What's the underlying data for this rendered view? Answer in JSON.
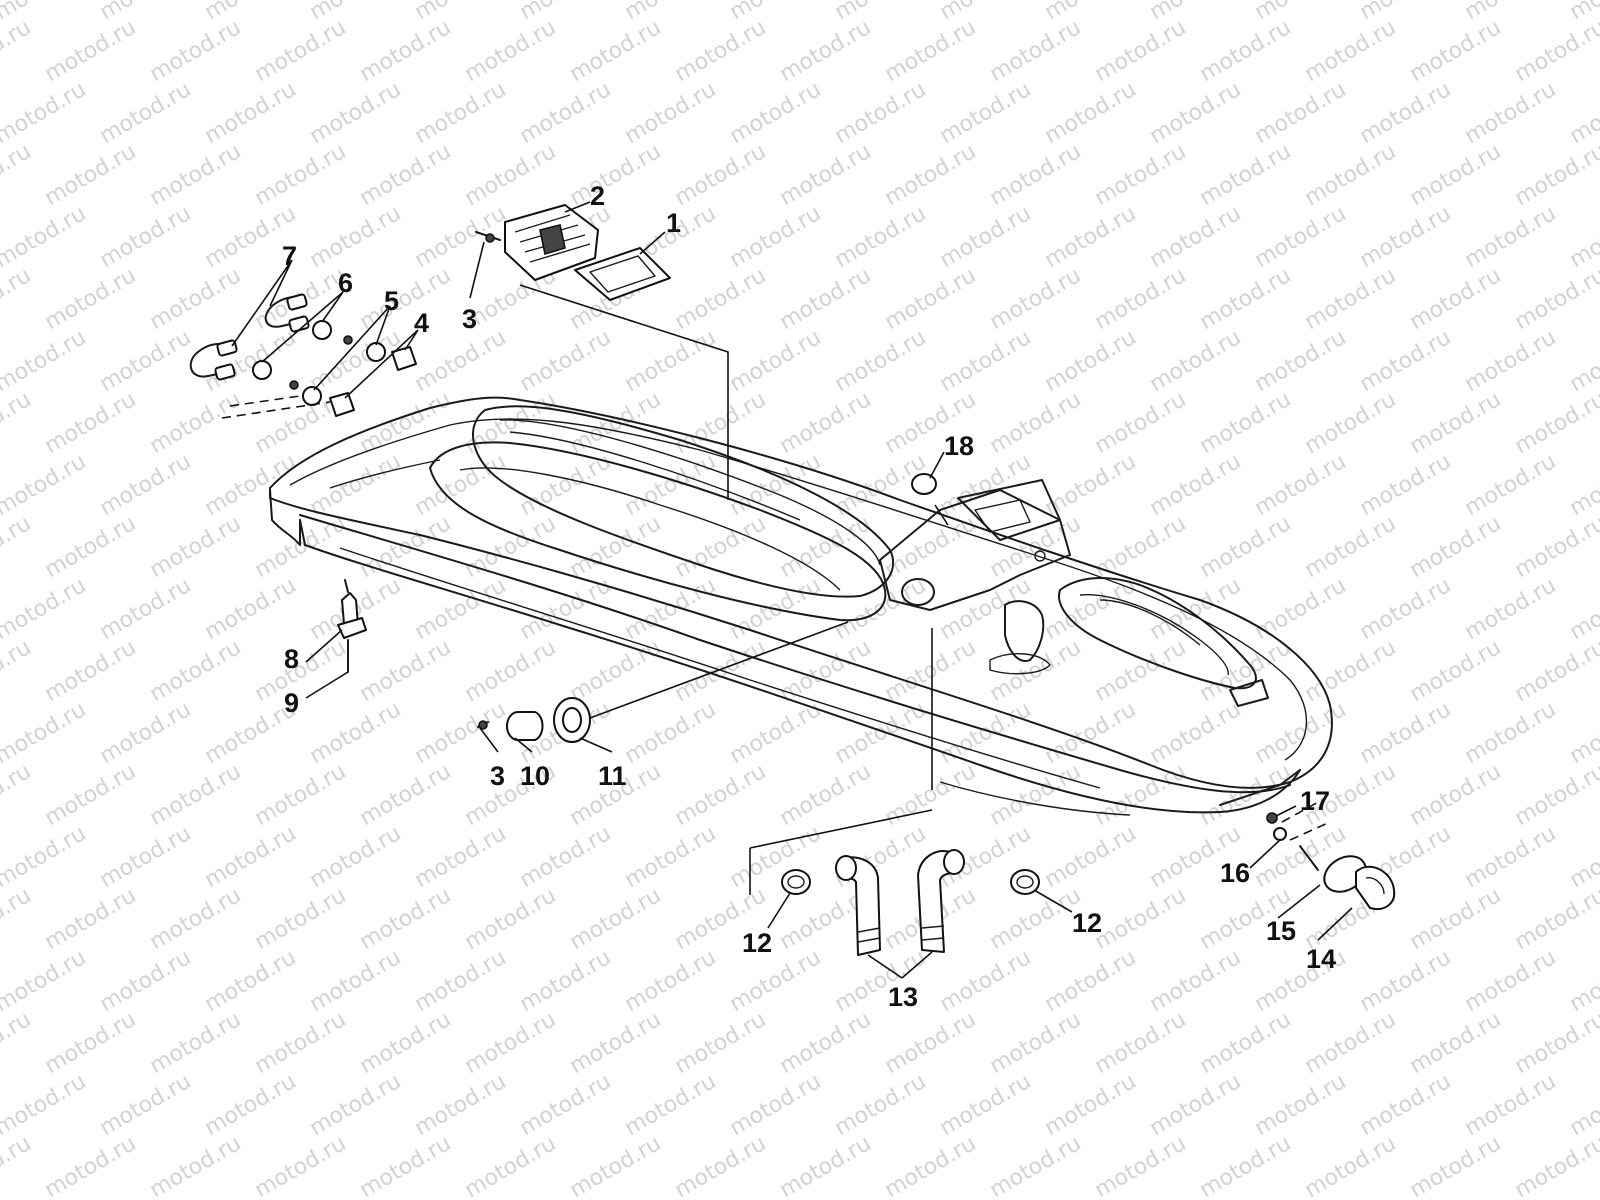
{
  "watermark": {
    "text": "motod.ru"
  },
  "callouts": [
    {
      "id": "callout-1",
      "label": "1"
    },
    {
      "id": "callout-2",
      "label": "2"
    },
    {
      "id": "callout-3a",
      "label": "3"
    },
    {
      "id": "callout-4",
      "label": "4"
    },
    {
      "id": "callout-5",
      "label": "5"
    },
    {
      "id": "callout-6",
      "label": "6"
    },
    {
      "id": "callout-7",
      "label": "7"
    },
    {
      "id": "callout-8",
      "label": "8"
    },
    {
      "id": "callout-9",
      "label": "9"
    },
    {
      "id": "callout-3b",
      "label": "3"
    },
    {
      "id": "callout-10",
      "label": "10"
    },
    {
      "id": "callout-11",
      "label": "11"
    },
    {
      "id": "callout-12a",
      "label": "12"
    },
    {
      "id": "callout-12b",
      "label": "12"
    },
    {
      "id": "callout-13",
      "label": "13"
    },
    {
      "id": "callout-14",
      "label": "14"
    },
    {
      "id": "callout-15",
      "label": "15"
    },
    {
      "id": "callout-16",
      "label": "16"
    },
    {
      "id": "callout-17",
      "label": "17"
    },
    {
      "id": "callout-18",
      "label": "18"
    }
  ]
}
